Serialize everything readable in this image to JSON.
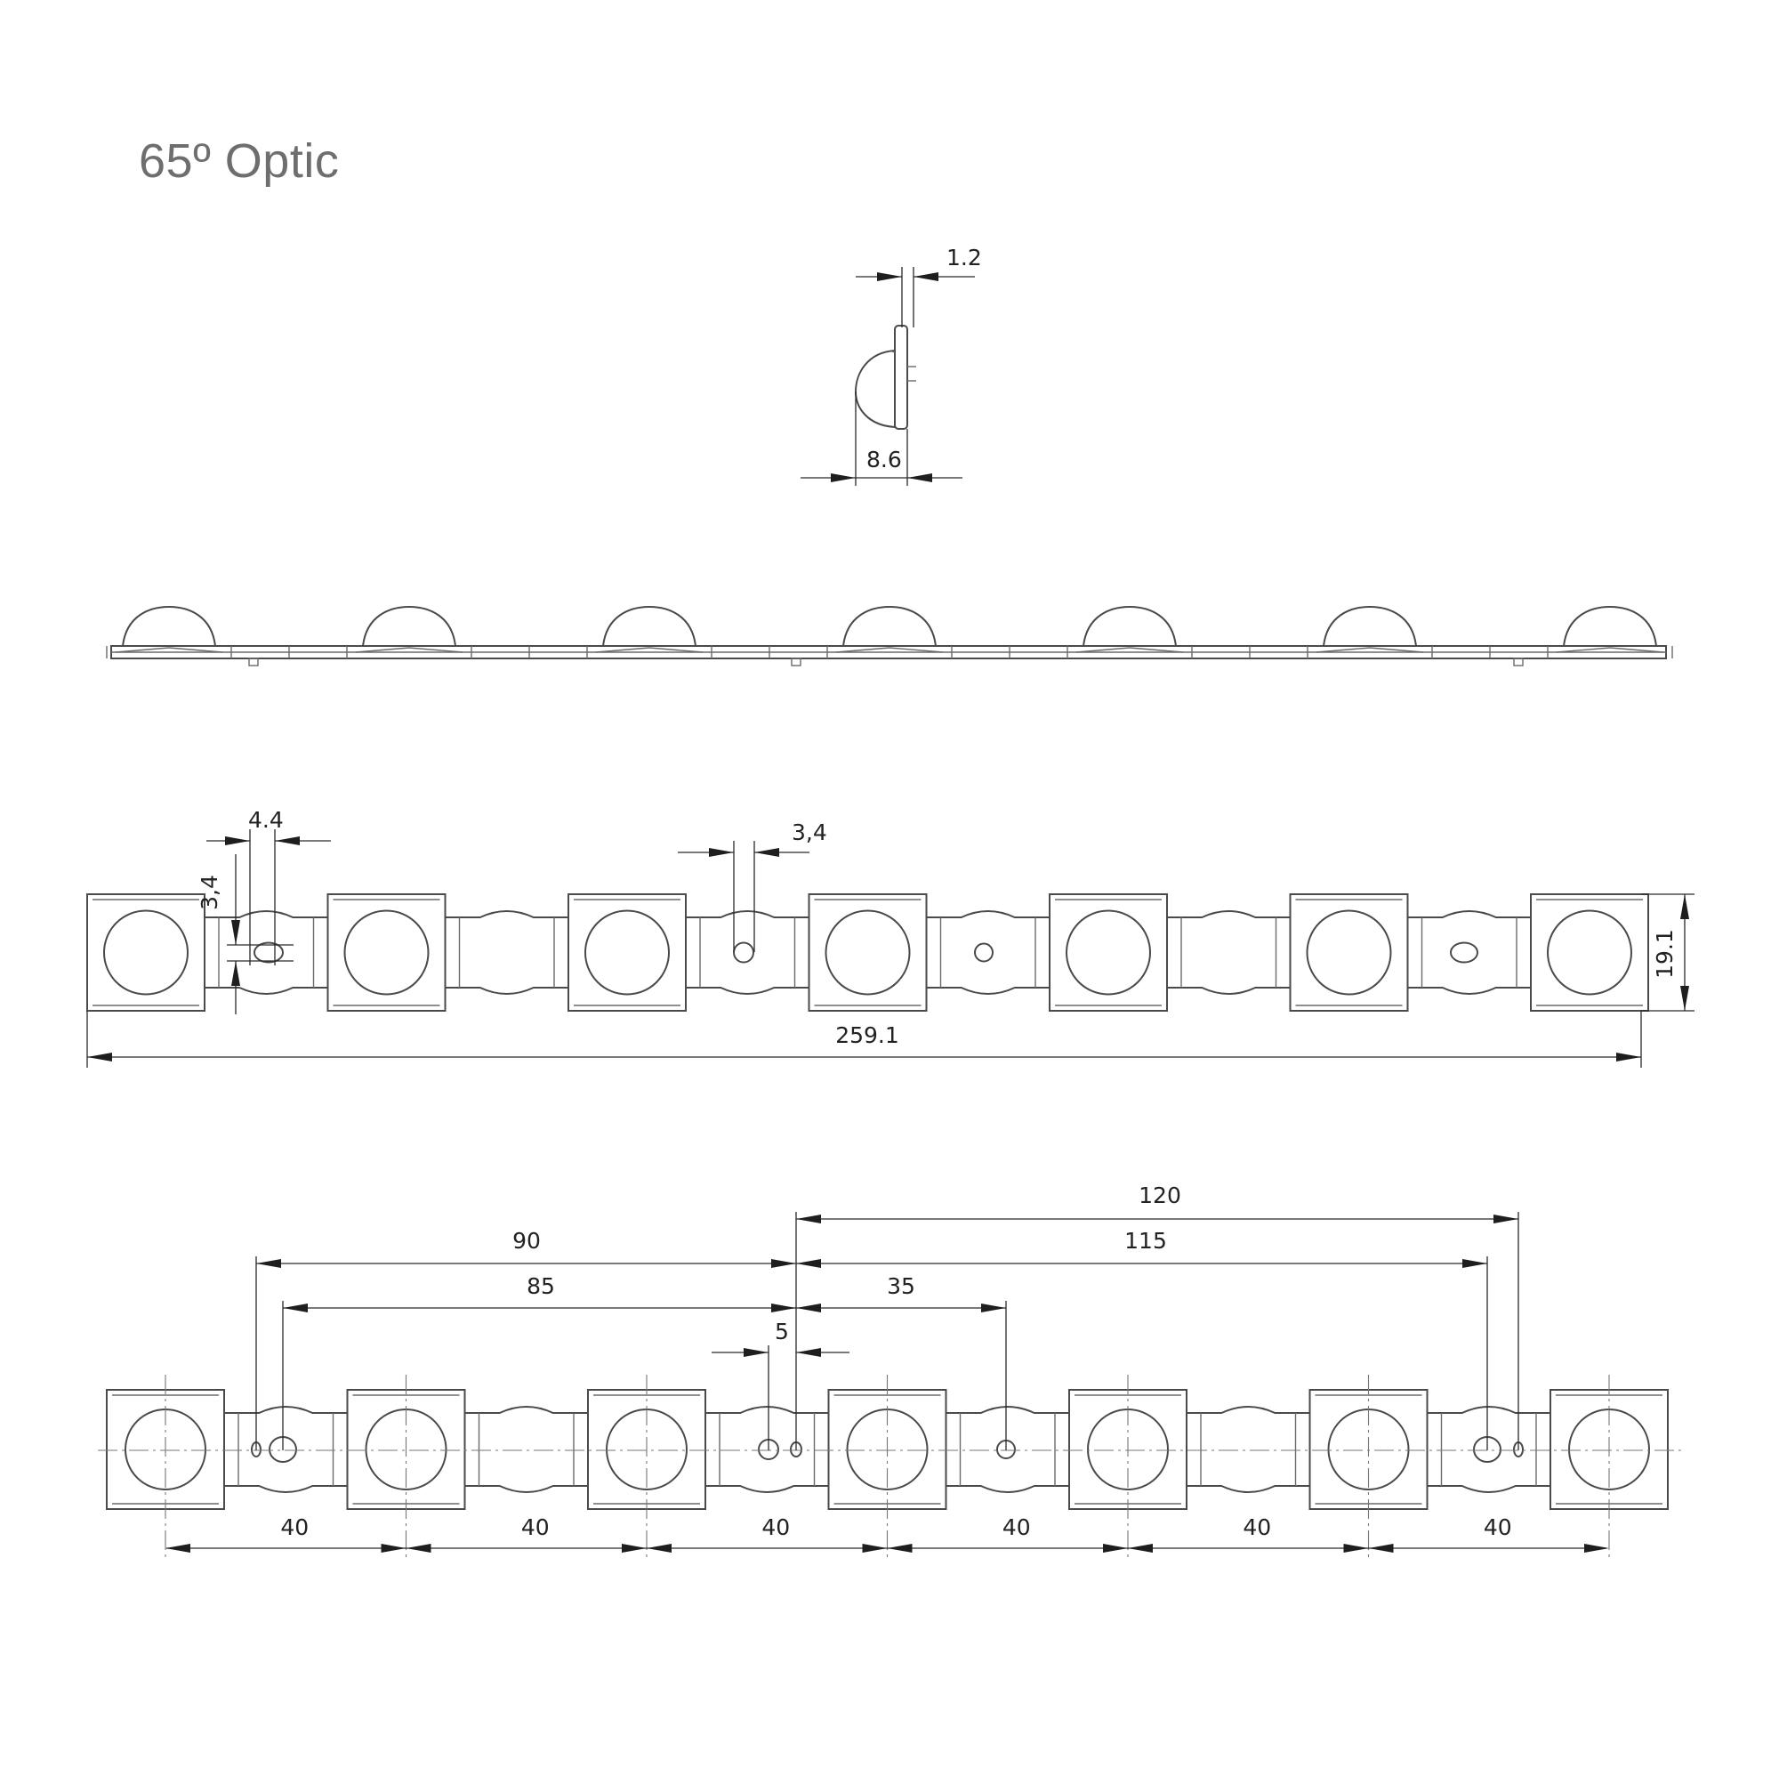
{
  "title": "65º Optic",
  "views": {
    "side_profile": {
      "thickness": "1.2",
      "height": "8.6"
    },
    "front_elevation": {
      "lens_count": 7
    },
    "top_plan": {
      "slot_width": "4.4",
      "slot_height": "3,4",
      "hole_diameter": "3,4",
      "width": "19.1",
      "length": "259.1"
    },
    "hole_layout": {
      "span_120": "120",
      "span_90": "90",
      "span_115": "115",
      "span_85": "85",
      "span_35": "35",
      "span_5": "5",
      "pitch_labels": [
        "40",
        "40",
        "40",
        "40",
        "40",
        "40"
      ]
    }
  },
  "colors": {
    "line": "#4a4a4a",
    "dimension": "#2a2a2a",
    "title": "#6e6e6e"
  }
}
